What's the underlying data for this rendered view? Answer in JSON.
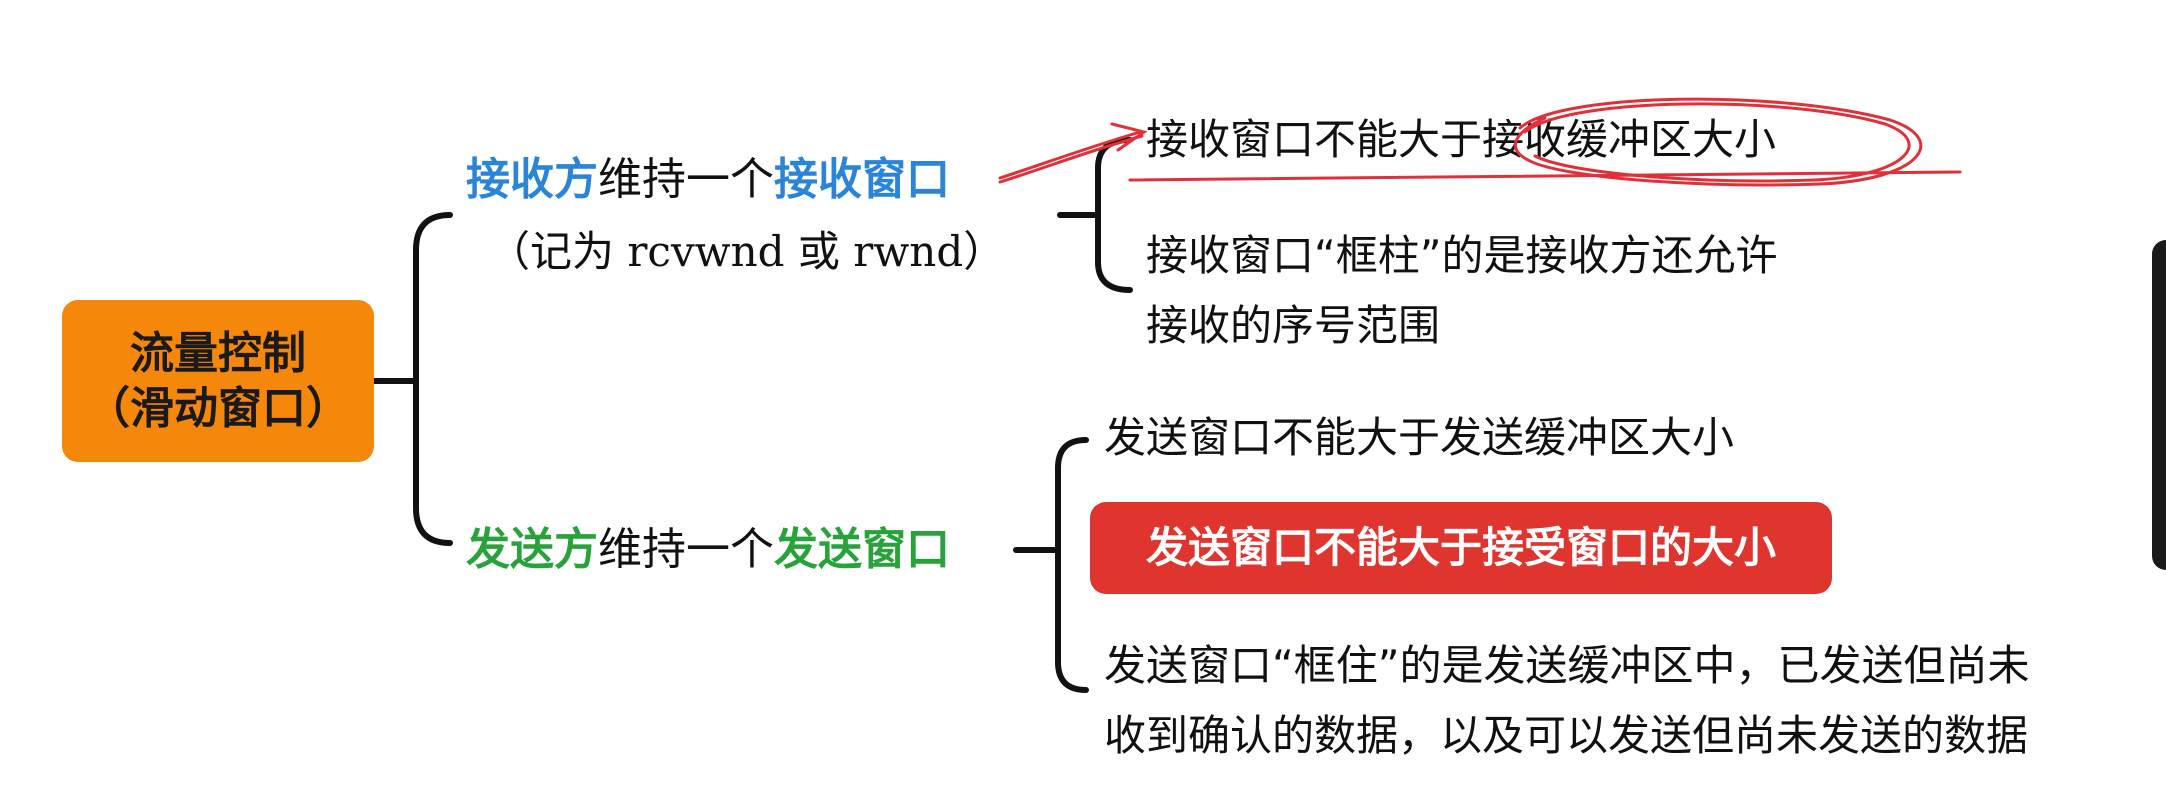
{
  "root": {
    "line1": "流量控制",
    "line2": "（滑动窗口）",
    "color": "#f5870a"
  },
  "receiver": {
    "subject": "接收方",
    "verb": "维持一个",
    "object": "接收窗口",
    "note": "（记为 rcvwnd 或 rwnd）",
    "accent_color": "#2a85d8",
    "leaves": [
      "接收窗口不能大于接收缓冲区大小",
      "接收窗口“框柱”的是接收方还允许",
      "接收的序号范围"
    ]
  },
  "sender": {
    "subject": "发送方",
    "verb": "维持一个",
    "object": "发送窗口",
    "accent_color": "#28a23a",
    "leaves": [
      "发送窗口不能大于发送缓冲区大小",
      "发送窗口不能大于接受窗口的大小",
      "发送窗口“框住”的是发送缓冲区中，已发送但尚未",
      "收到确认的数据，以及可以发送但尚未发送的数据"
    ],
    "highlight_color": "#e0342e"
  },
  "annotation_color": "#e0303a"
}
